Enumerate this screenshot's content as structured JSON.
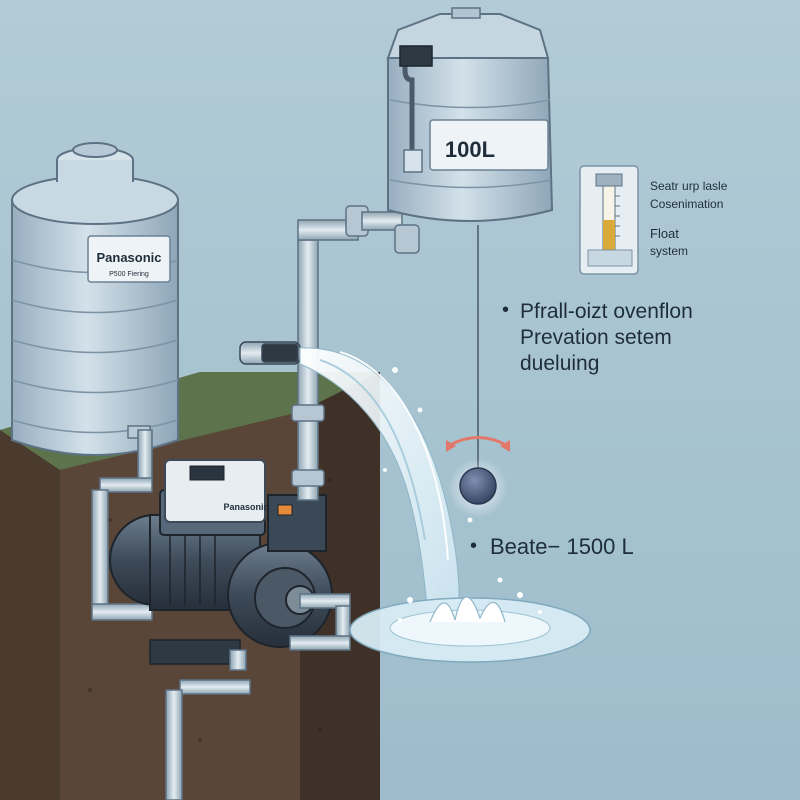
{
  "left_tank": {
    "brand": "Panasonic",
    "subtext": "P500 Fiering"
  },
  "top_tank": {
    "capacity_label": "100L"
  },
  "pump": {
    "brand": "Panasonic"
  },
  "float_inset": {
    "line1": "Seatr urp lasle",
    "line2": "Cosenimation",
    "line3": "Float",
    "line4": "system"
  },
  "callout_overflow": {
    "line1": "Pfrall-oizt ovenflon",
    "line2": "Prevation setem",
    "line3": "dueluing"
  },
  "callout_capacity": {
    "text": "Beate− 1500 L"
  },
  "bullets": {
    "glyph": "•"
  },
  "colors": {
    "background": "#a9c3cf",
    "tank": "#b9cddb",
    "pipe": "#c7d6df",
    "soil": "#4a3a2e",
    "water": "#e9f6fb",
    "float_ball": "#4a5a78"
  }
}
